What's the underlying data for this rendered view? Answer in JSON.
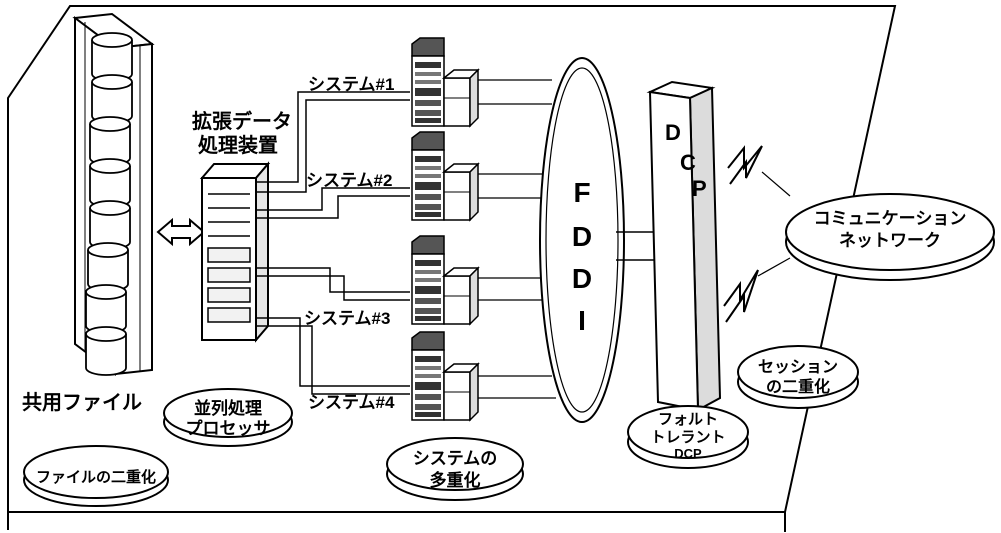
{
  "diagram": {
    "shared_file": "共用ファイル",
    "file_duplex": "ファイルの二重化",
    "extended_data_processor": [
      "拡張データ",
      "処理装置"
    ],
    "parallel_processor": [
      "並列処理",
      "プロセッサ"
    ],
    "systems": [
      "システム#1",
      "システム#2",
      "システム#3",
      "システム#4"
    ],
    "system_multiplex": [
      "システムの",
      "多重化"
    ],
    "fddi_letters": [
      "F",
      "D",
      "D",
      "I"
    ],
    "dcp_letters": [
      "D",
      "C",
      "P"
    ],
    "fault_tolerant": [
      "フォルト",
      "トレラント",
      "DCP"
    ],
    "communication_network": [
      "コミュニケーション",
      "ネットワーク"
    ],
    "session_duplex": [
      "セッション",
      "の二重化"
    ],
    "colors": {
      "line": "#000000",
      "background": "#ffffff",
      "server_shade": "#555555",
      "unit_fill": "#f2f2f2"
    }
  }
}
